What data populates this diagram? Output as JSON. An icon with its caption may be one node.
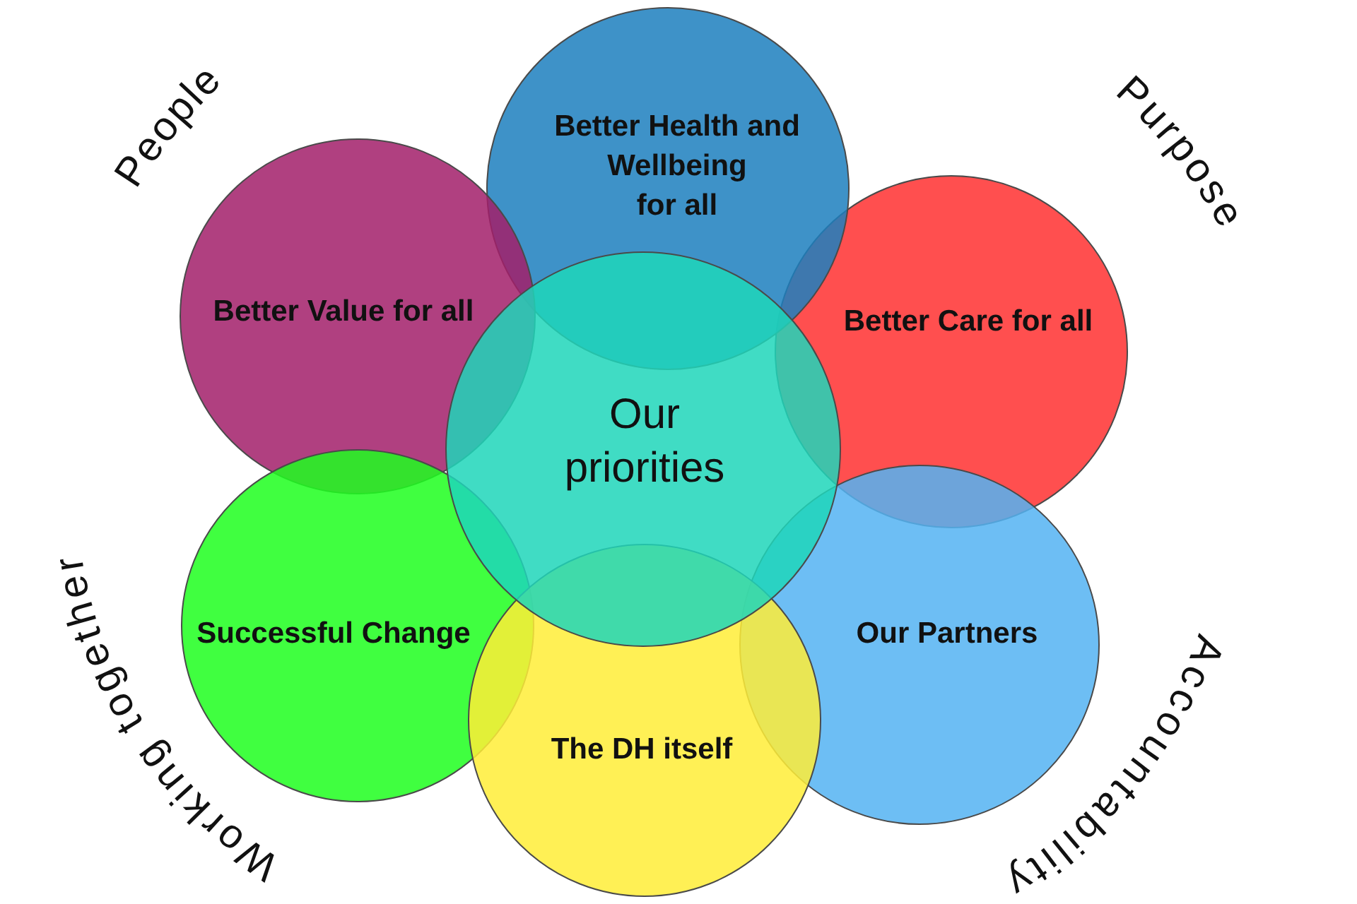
{
  "diagram": {
    "nodes": [
      {
        "text": [
          "Better Health and Wellbeing for all"
        ]
      },
      {
        "text": [
          "Better Value for all"
        ]
      },
      {
        "text": [
          "Better Care for all"
        ]
      },
      {
        "text": [
          "Our priorities"
        ]
      },
      {
        "text": [
          "Successful Change"
        ]
      },
      {
        "text": [
          "Our Partners"
        ]
      },
      {
        "text": [
          "The DH itself"
        ]
      }
    ],
    "labels": [
      "People",
      "Purpose",
      "Working together",
      "Accountability"
    ]
  }
}
